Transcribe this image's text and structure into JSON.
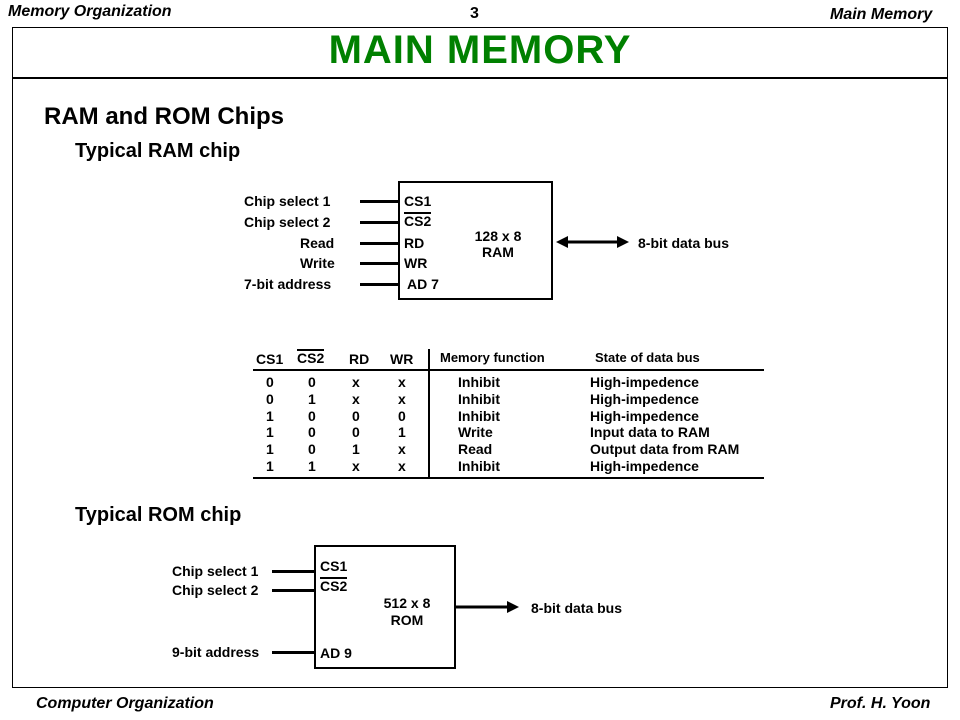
{
  "header": {
    "left": "Memory Organization",
    "page_number": "3",
    "right": "Main Memory"
  },
  "title": "MAIN  MEMORY",
  "section_title": "RAM and ROM Chips",
  "ram": {
    "heading": "Typical RAM chip",
    "inputs": [
      "Chip select 1",
      "Chip select 2",
      "Read",
      "Write",
      "7-bit address"
    ],
    "pins": [
      "CS1",
      "CS2",
      "RD",
      "WR",
      "AD 7"
    ],
    "chip_line1": "128 x 8",
    "chip_line2": "RAM",
    "bus_label": "8-bit data bus"
  },
  "table": {
    "headers": [
      "CS1",
      "CS2",
      "RD",
      "WR",
      "Memory function",
      "State of data bus"
    ],
    "rows": [
      [
        "0",
        "0",
        "x",
        "x",
        "Inhibit",
        "High-impedence"
      ],
      [
        "0",
        "1",
        "x",
        "x",
        "Inhibit",
        "High-impedence"
      ],
      [
        "1",
        "0",
        "0",
        "0",
        "Inhibit",
        "High-impedence"
      ],
      [
        "1",
        "0",
        "0",
        "1",
        "Write",
        "Input data to RAM"
      ],
      [
        "1",
        "0",
        "1",
        "x",
        "Read",
        "Output data from RAM"
      ],
      [
        "1",
        "1",
        "x",
        "x",
        "Inhibit",
        "High-impedence"
      ]
    ]
  },
  "rom": {
    "heading": "Typical ROM chip",
    "inputs": [
      "Chip select 1",
      "Chip select 2",
      "9-bit address"
    ],
    "pins": [
      "CS1",
      "CS2",
      "AD 9"
    ],
    "chip_line1": "512 x 8",
    "chip_line2": "ROM",
    "bus_label": "8-bit data bus"
  },
  "footer": {
    "left": "Computer Organization",
    "right": "Prof.  H. Yoon"
  }
}
